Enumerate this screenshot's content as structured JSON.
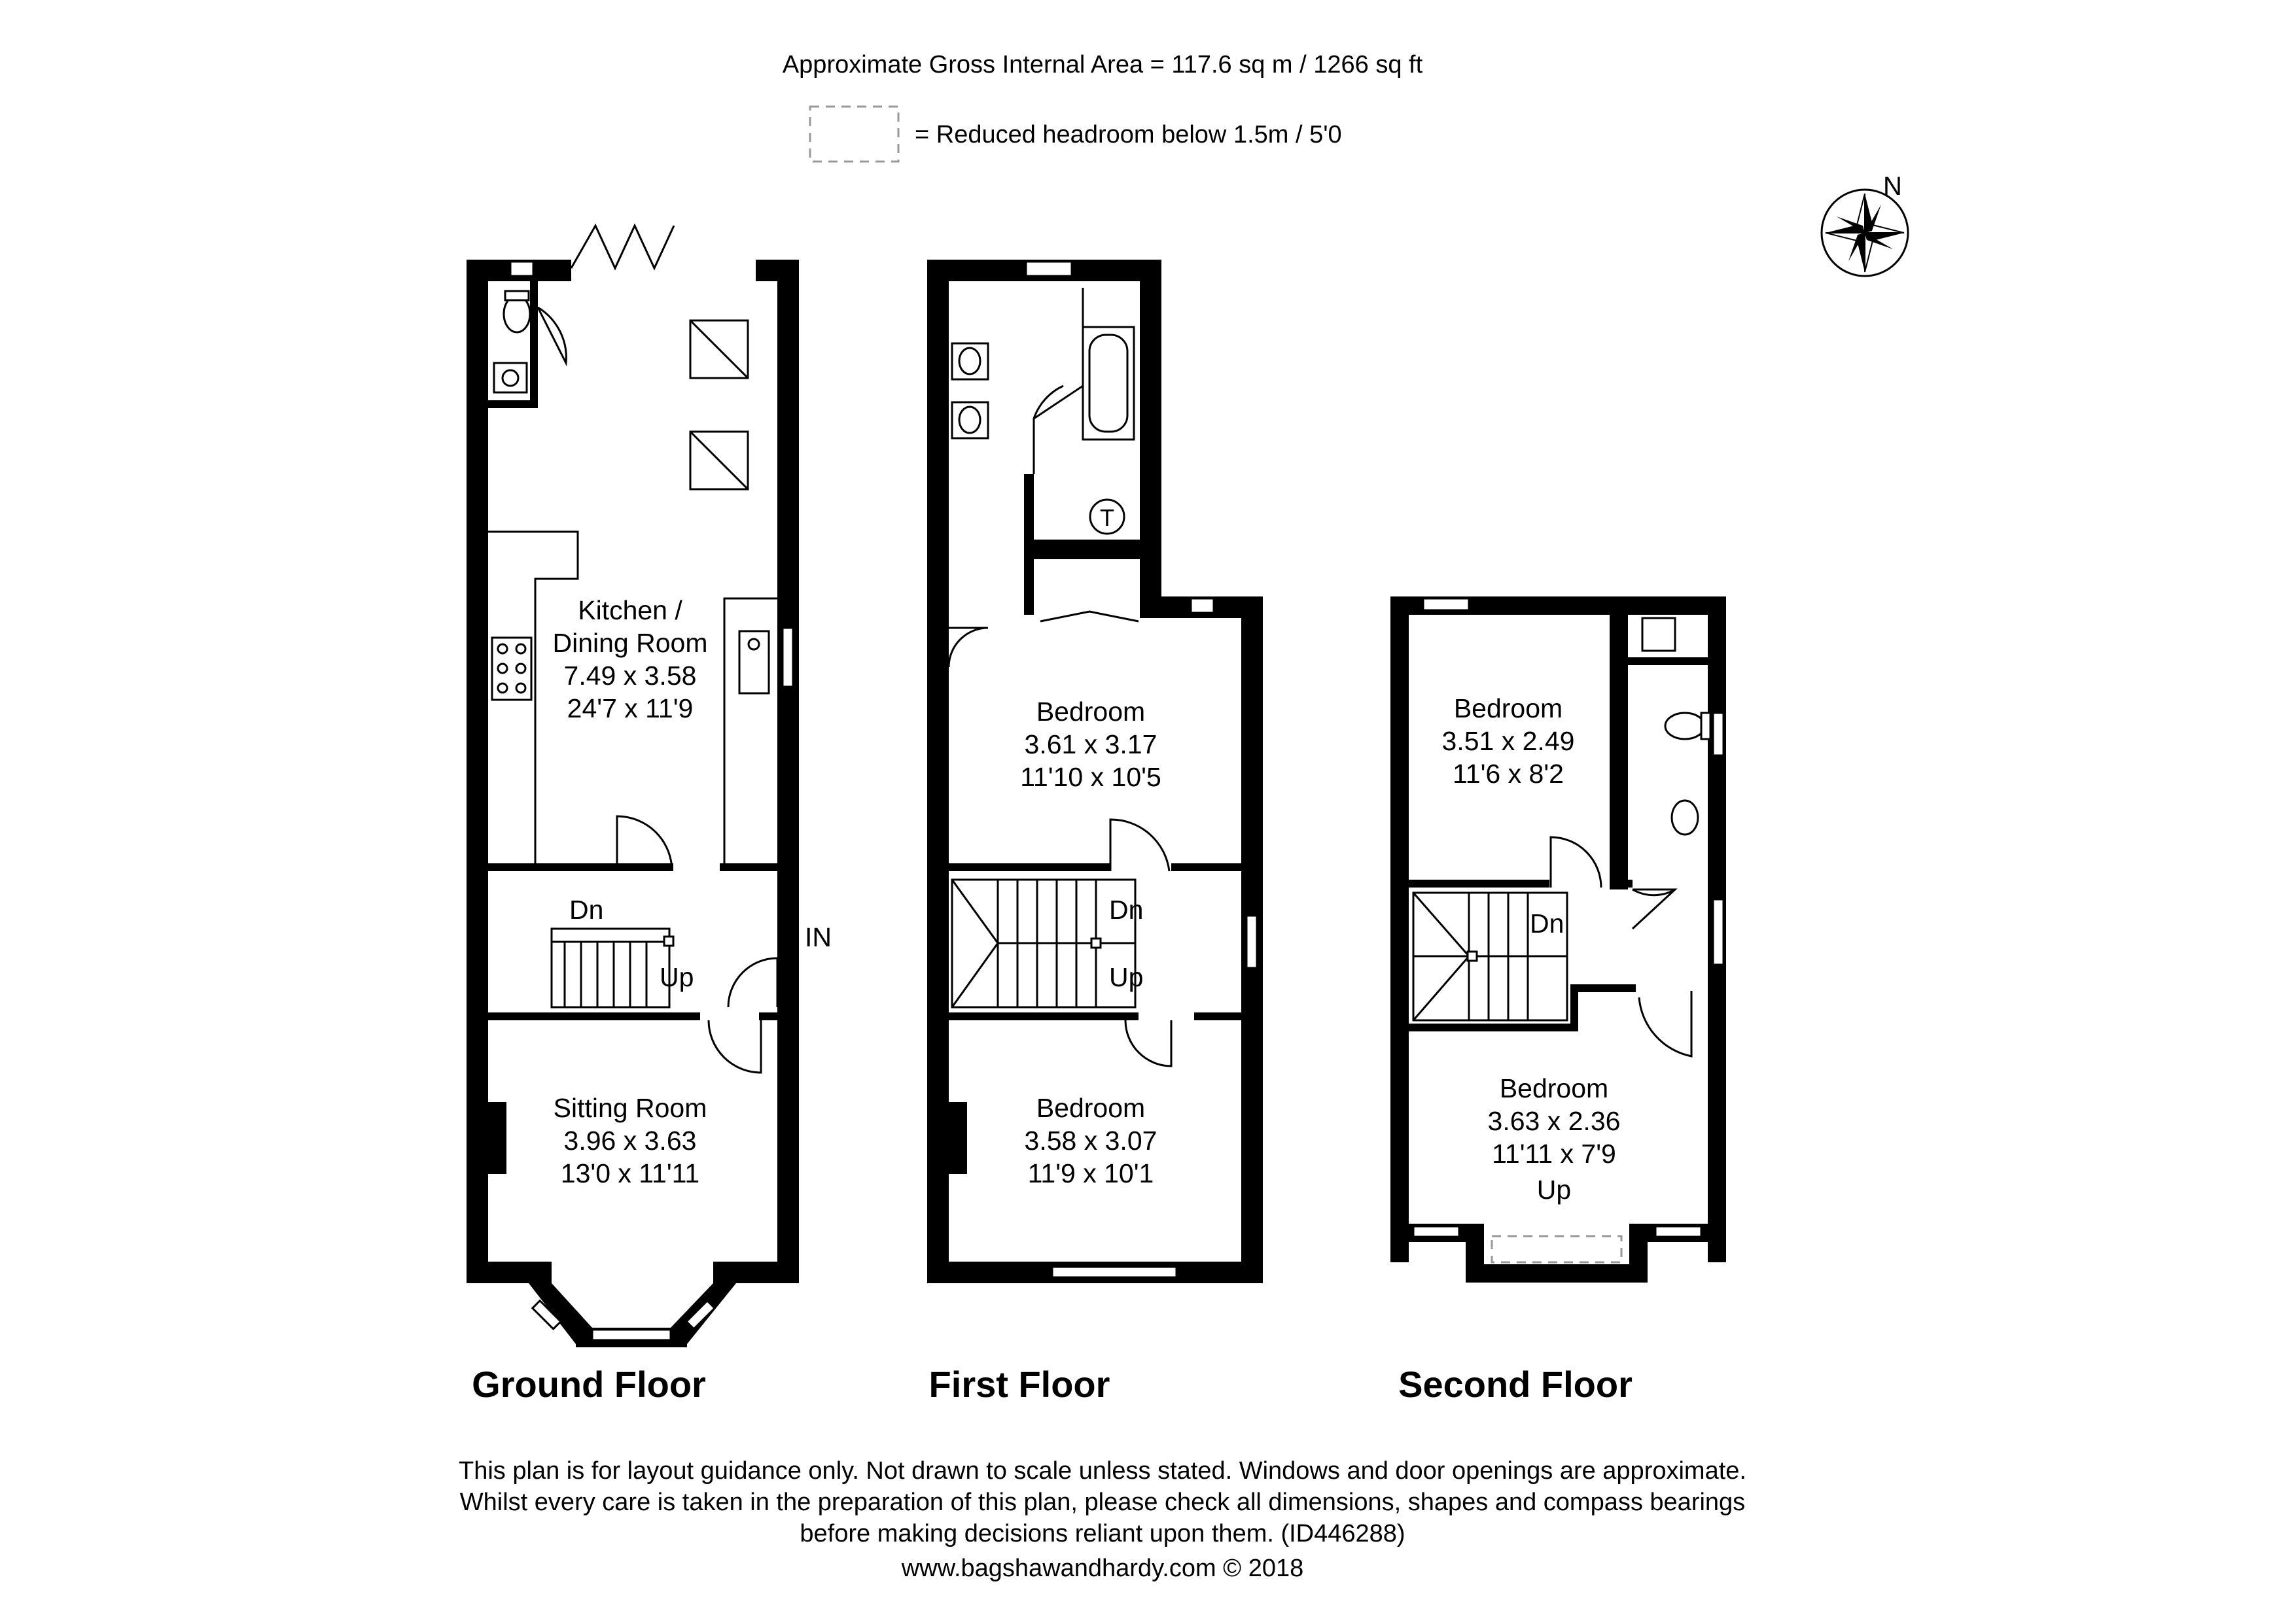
{
  "header": {
    "area": "Approximate Gross Internal Area = 117.6 sq m / 1266 sq ft",
    "headroom_legend": "= Reduced headroom below 1.5m / 5'0"
  },
  "compass": {
    "label": "N"
  },
  "floors": {
    "ground": {
      "title": "Ground Floor",
      "kitchen": [
        "Kitchen /",
        "Dining Room",
        "7.49 x 3.58",
        "24'7 x 11'9"
      ],
      "sitting": [
        "Sitting Room",
        "3.96 x 3.63",
        "13'0 x 11'11"
      ],
      "dn": "Dn",
      "up": "Up",
      "entrance": "IN"
    },
    "first": {
      "title": "First Floor",
      "bedroom_a": [
        "Bedroom",
        "3.61 x 3.17",
        "11'10 x 10'5"
      ],
      "bedroom_b": [
        "Bedroom",
        "3.58 x 3.07",
        "11'9 x 10'1"
      ],
      "dn": "Dn",
      "up": "Up",
      "tank": "T"
    },
    "second": {
      "title": "Second Floor",
      "bedroom_a": [
        "Bedroom",
        "3.51 x 2.49",
        "11'6 x 8'2"
      ],
      "bedroom_b": [
        "Bedroom",
        "3.63 x 2.36",
        "11'11 x 7'9"
      ],
      "dn": "Dn",
      "up": "Up"
    }
  },
  "footer": {
    "line1": "This plan is for layout guidance only. Not drawn to scale unless stated. Windows and door openings are approximate.",
    "line2": "Whilst every care is taken in the preparation of this plan, please check all dimensions, shapes and compass bearings",
    "line3": "before making decisions reliant upon them. (ID446288)",
    "website": "www.bagshawandhardy.com © 2018"
  }
}
